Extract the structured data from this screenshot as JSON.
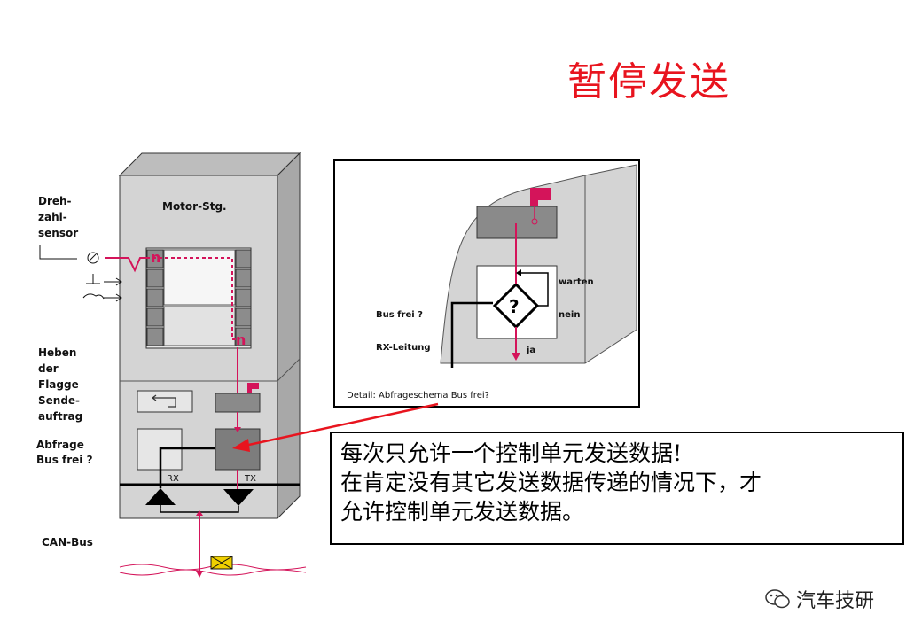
{
  "title": "暂停发送",
  "motor_unit": {
    "title": "Motor-Stg.",
    "rx_label": "RX",
    "tx_label": "TX"
  },
  "left_labels": {
    "sensor": [
      "Dreh-",
      "zahl-",
      "sensor"
    ],
    "flag": [
      "Heben",
      "der",
      "Flagge",
      "Sende-",
      "auftrag"
    ],
    "query": [
      "Abfrage",
      "Bus frei ?"
    ],
    "bus": "CAN-Bus"
  },
  "detail": {
    "warten": "warten",
    "nein": "nein",
    "ja": "ja",
    "bus_frei": "Bus frei ?",
    "rx_leitung": "RX-Leitung",
    "question": "?",
    "caption": "Detail: Abfrageschema Bus frei?"
  },
  "explanation": {
    "line1": "每次只允许一个控制单元发送数据!",
    "line2": "在肯定没有其它发送数据传递的情况下，才",
    "line3": "允许控制单元发送数据。"
  },
  "watermark": "汽车技研",
  "colors": {
    "accent_red": "#e8141e",
    "signal_magenta": "#d4145a",
    "panel_gray": "#d4d4d4"
  }
}
